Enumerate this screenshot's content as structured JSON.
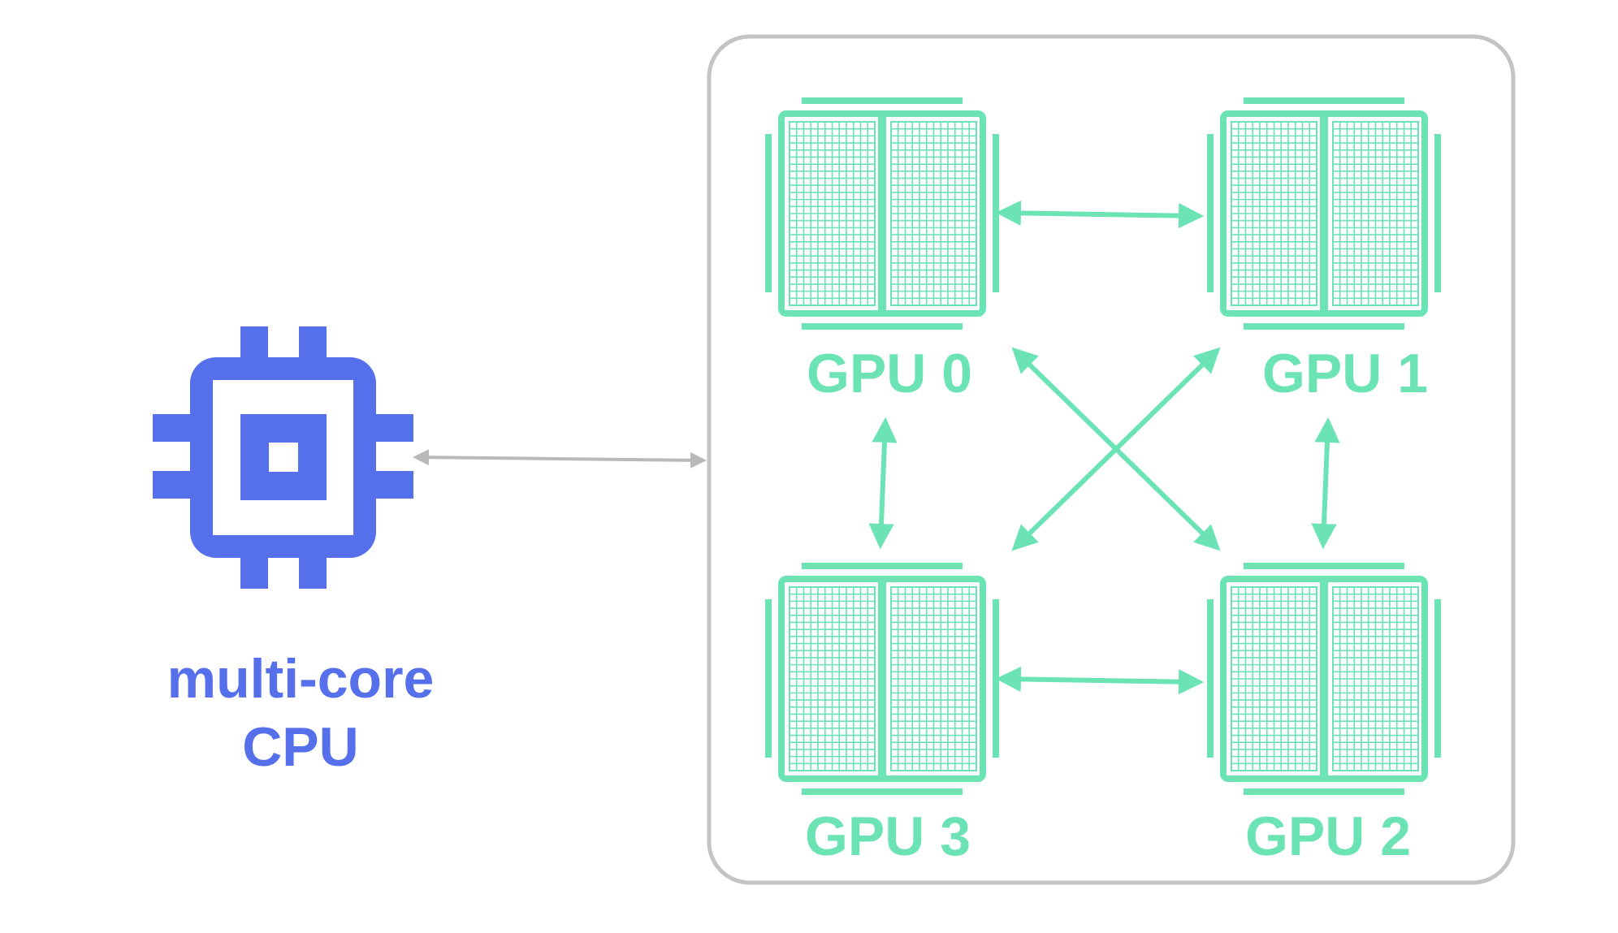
{
  "cpu": {
    "label_line1": "multi-core",
    "label_line2": "CPU",
    "color": "#5570ea",
    "icon": "cpu-chip-icon"
  },
  "gpus": [
    {
      "label": "GPU 0",
      "icon": "gpu-chip-icon"
    },
    {
      "label": "GPU 1",
      "icon": "gpu-chip-icon"
    },
    {
      "label": "GPU 2",
      "icon": "gpu-chip-icon"
    },
    {
      "label": "GPU 3",
      "icon": "gpu-chip-icon"
    }
  ],
  "colors": {
    "gpu": "#6be3b5",
    "cpu": "#5570ea",
    "connector": "#b9b9b9",
    "box_border": "#c4c4c4"
  },
  "connections": [
    {
      "from": "GPU 0",
      "to": "GPU 1"
    },
    {
      "from": "GPU 3",
      "to": "GPU 2"
    },
    {
      "from": "GPU 0",
      "to": "GPU 3"
    },
    {
      "from": "GPU 1",
      "to": "GPU 2"
    },
    {
      "from": "GPU 0",
      "to": "GPU 2"
    },
    {
      "from": "GPU 1",
      "to": "GPU 3"
    },
    {
      "from": "multi-core CPU",
      "to": "GPU group"
    }
  ]
}
